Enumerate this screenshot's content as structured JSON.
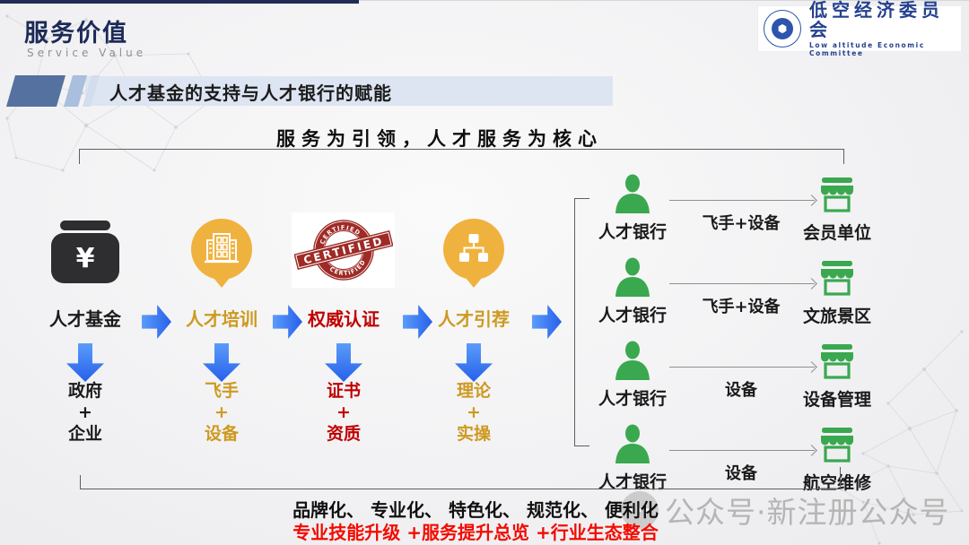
{
  "page_title": "服务价值",
  "page_subtitle": "Service Value",
  "logo": {
    "name_cn": "低空经济委员会",
    "name_en": "Low altitude Economic Committee"
  },
  "section_title": "人才基金的支持与人才银行的赋能",
  "banner_heading": "服务为引领，人才服务为核心",
  "flow_steps": [
    {
      "label": "人才基金",
      "icon": "wallet-yuan-icon",
      "currency_symbol": "¥",
      "outputs": "政府\n+\n企业"
    },
    {
      "label": "人才培训",
      "icon": "training-building-icon",
      "outputs": "飞手\n+\n设备"
    },
    {
      "label": "权威认证",
      "icon": "certified-stamp-icon",
      "stamp_text": "CERTIFIED",
      "outputs": "证书\n+\n资质"
    },
    {
      "label": "人才引荐",
      "icon": "talent-referral-icon",
      "outputs": "理论\n+\n实操"
    }
  ],
  "bank_rows": [
    {
      "source": "人才银行",
      "via": "飞手+设备",
      "target": "会员单位"
    },
    {
      "source": "人才银行",
      "via": "飞手+设备",
      "target": "文旅景区"
    },
    {
      "source": "人才银行",
      "via": "设备",
      "target": "设备管理"
    },
    {
      "source": "人才银行",
      "via": "设备",
      "target": "航空维修"
    }
  ],
  "footer_line1": "品牌化、 专业化、 特色化、 规范化、 便利化",
  "footer_line2": "专业技能升级 +服务提升总览 +行业生态整合",
  "watermark_text": "公众号·新注册公众号",
  "colors": {
    "navy": "#1c2a58",
    "accent_blue": "#2f6fee",
    "gold": "#cd9a20",
    "cert_red": "#c00000",
    "stamp_red": "#9e2b26",
    "green": "#3aa84f",
    "footer_red": "#f40b00",
    "section_bar_bg": "#dde4f2",
    "parallelogram_blue": "#54719f"
  }
}
